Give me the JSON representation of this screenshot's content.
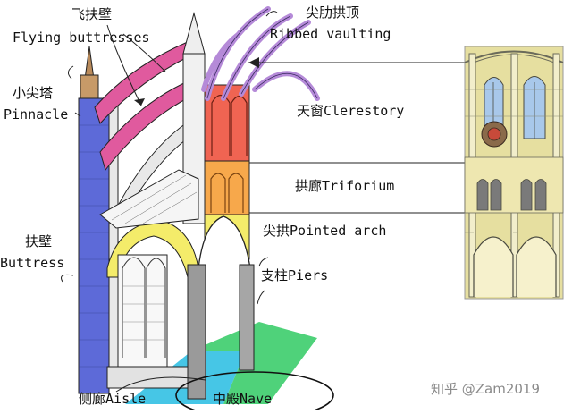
{
  "labels": {
    "flying_buttresses": {
      "zh": "飞扶壁",
      "en": "Flying buttresses"
    },
    "ribbed_vaulting": {
      "zh": "尖肋拱顶",
      "en": "Ribbed vaulting"
    },
    "pinnacle": {
      "zh": "小尖塔",
      "en": "Pinnacle"
    },
    "clerestory": {
      "zh": "天窗",
      "en": "Clerestory"
    },
    "triforium": {
      "zh": "拱廊",
      "en": "Triforium"
    },
    "buttress": {
      "zh": "扶壁",
      "en": "Buttress"
    },
    "pointed_arch": {
      "zh": "尖拱",
      "en": "Pointed arch"
    },
    "piers": {
      "zh": "支柱",
      "en": "Piers"
    },
    "aisle": {
      "zh": "侧廊",
      "en": "Aisle"
    },
    "nave": {
      "zh": "中殿",
      "en": "Nave"
    }
  },
  "watermark": "知乎 @Zam2019",
  "colors": {
    "buttress": "#5d6ad8",
    "flying_buttress": "#e05a9e",
    "vaulting": "#b58ad8",
    "clerestory": "#f06452",
    "triforium": "#f7a84b",
    "arcade": "#f4ec6a",
    "piers": "#9a9a9a",
    "floor_green": "#4fd27a",
    "floor_cyan": "#46c6e6",
    "elevation_bg": "#e6dfa0"
  }
}
